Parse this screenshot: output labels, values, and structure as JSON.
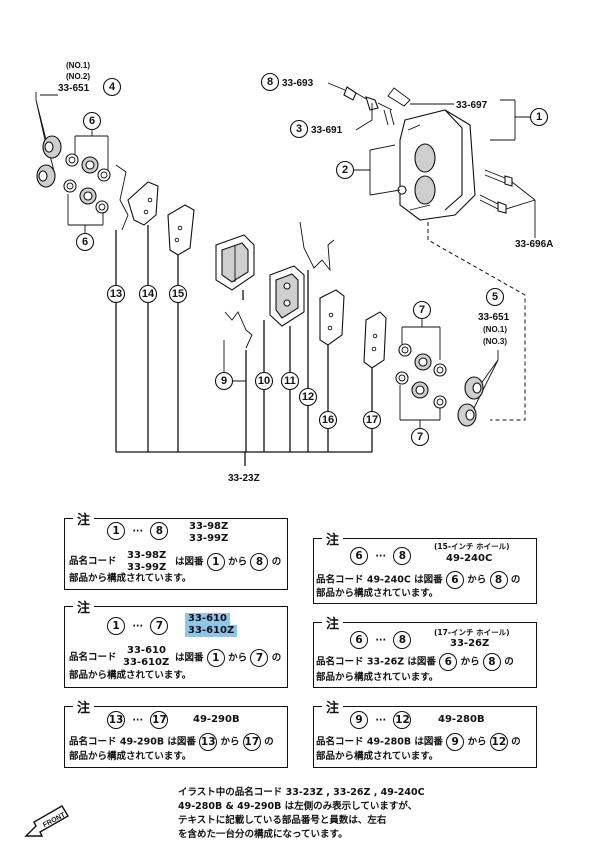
{
  "diagram": {
    "part_numbers": {
      "p8": "33-693",
      "p3": "33-691",
      "p1": "33-697",
      "p696a": "33-696A",
      "p4": "33-651",
      "p4_no1": "(NO.1)",
      "p4_no2": "(NO.2)",
      "p5": "33-651",
      "p5_no1": "(NO.1)",
      "p5_no3": "(NO.3)",
      "assembly": "33-23Z"
    },
    "callouts": [
      "1",
      "2",
      "3",
      "4",
      "5",
      "6",
      "7",
      "8",
      "9",
      "10",
      "11",
      "12",
      "13",
      "14",
      "15",
      "16",
      "17"
    ]
  },
  "notes": {
    "n1": {
      "title": "注",
      "range_from": "1",
      "range_to": "8",
      "code_a": "33-98Z",
      "code_b": "33-99Z",
      "line1_prefix": "品名コード",
      "line1_mid": "は図番",
      "line1_kara": "から",
      "line1_no": "の",
      "from": "1",
      "to": "8",
      "line2": "部品から構成されています。"
    },
    "n2": {
      "title": "注",
      "range_from": "1",
      "range_to": "7",
      "code_a": "33-610",
      "code_b": "33-610Z",
      "line1_prefix": "品名コード",
      "line1_mid": "は図番",
      "line1_kara": "から",
      "line1_no": "の",
      "from": "1",
      "to": "7",
      "line2": "部品から構成されています。"
    },
    "n3": {
      "title": "注",
      "range_from": "13",
      "range_to": "17",
      "code": "49-290B",
      "line1_prefix": "品名コード",
      "line1_mid": "は図番",
      "line1_kara": "から",
      "line1_no": "の",
      "from": "13",
      "to": "17",
      "line2": "部品から構成されています。"
    },
    "n4": {
      "title": "注",
      "range_from": "6",
      "range_to": "8",
      "spec": "(15-インチ ホイール)",
      "code": "49-240C",
      "line1_prefix": "品名コード",
      "line1_mid": "は図番",
      "line1_kara": "から",
      "line1_no": "の",
      "from": "6",
      "to": "8",
      "line2": "部品から構成されています。"
    },
    "n5": {
      "title": "注",
      "range_from": "6",
      "range_to": "8",
      "spec": "(17-インチ ホイール)",
      "code": "33-26Z",
      "line1_prefix": "品名コード",
      "line1_mid": "は図番",
      "line1_kara": "から",
      "line1_no": "の",
      "from": "6",
      "to": "8",
      "line2": "部品から構成されています。"
    },
    "n6": {
      "title": "注",
      "range_from": "9",
      "range_to": "12",
      "code": "49-280B",
      "line1_prefix": "品名コード",
      "line1_mid": "は図番",
      "line1_kara": "から",
      "line1_no": "の",
      "from": "9",
      "to": "12",
      "line2": "部品から構成されています。"
    }
  },
  "footnote": {
    "l1": "イラスト中の品名コード 33-23Z , 33-26Z , 49-240C",
    "l2": "49-280B & 49-290B は左側のみ表示していますが、",
    "l3": "テキストに記載している部品番号と員数は、左右",
    "l4": "を含めた一台分の構成になっています。"
  },
  "front_label": "FRONT"
}
